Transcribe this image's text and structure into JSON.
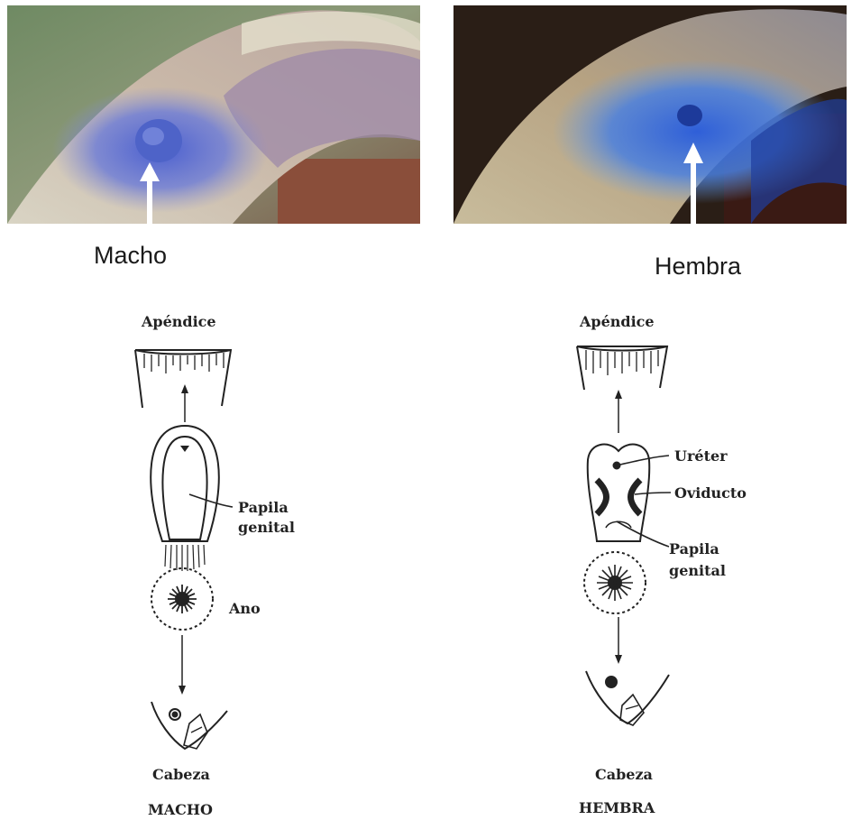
{
  "photos": {
    "male_caption": "Macho",
    "female_caption": "Hembra"
  },
  "male_diagram": {
    "appendix": "Apéndice",
    "genital_papilla_1": "Papila",
    "genital_papilla_2": "genital",
    "anus": "Ano",
    "head": "Cabeza",
    "title": "MACHO"
  },
  "female_diagram": {
    "appendix": "Apéndice",
    "ureter": "Uréter",
    "oviduct": "Oviducto",
    "genital_papilla_1": "Papila",
    "genital_papilla_2": "genital",
    "head": "Cabeza",
    "title": "HEMBRA"
  },
  "colors": {
    "arrow": "#ffffff",
    "ink": "#222222"
  }
}
